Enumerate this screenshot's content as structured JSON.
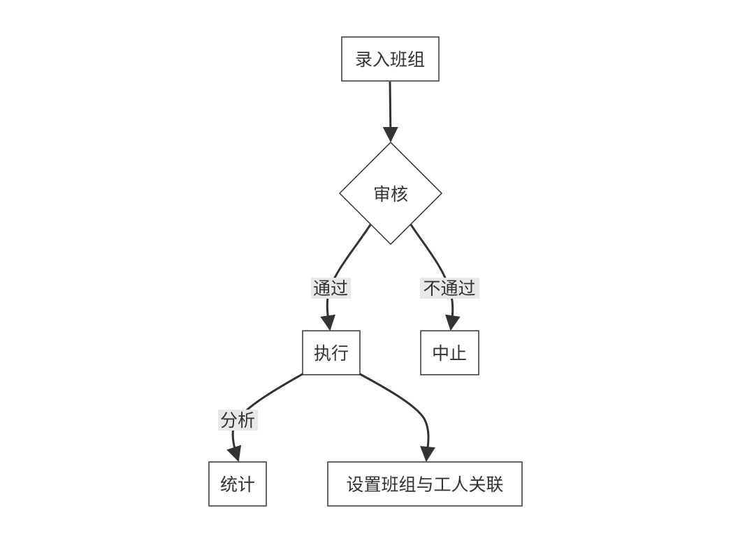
{
  "nodes": {
    "entry": "录入班组",
    "review": "审核",
    "execute": "执行",
    "stop": "中止",
    "stats": "统计",
    "link": "设置班组与工人关联"
  },
  "edges": {
    "pass": "通过",
    "fail": "不通过",
    "analyze": "分析"
  },
  "colors": {
    "stroke": "#333333",
    "label_background": "#e8e8e8",
    "background": "#ffffff"
  }
}
